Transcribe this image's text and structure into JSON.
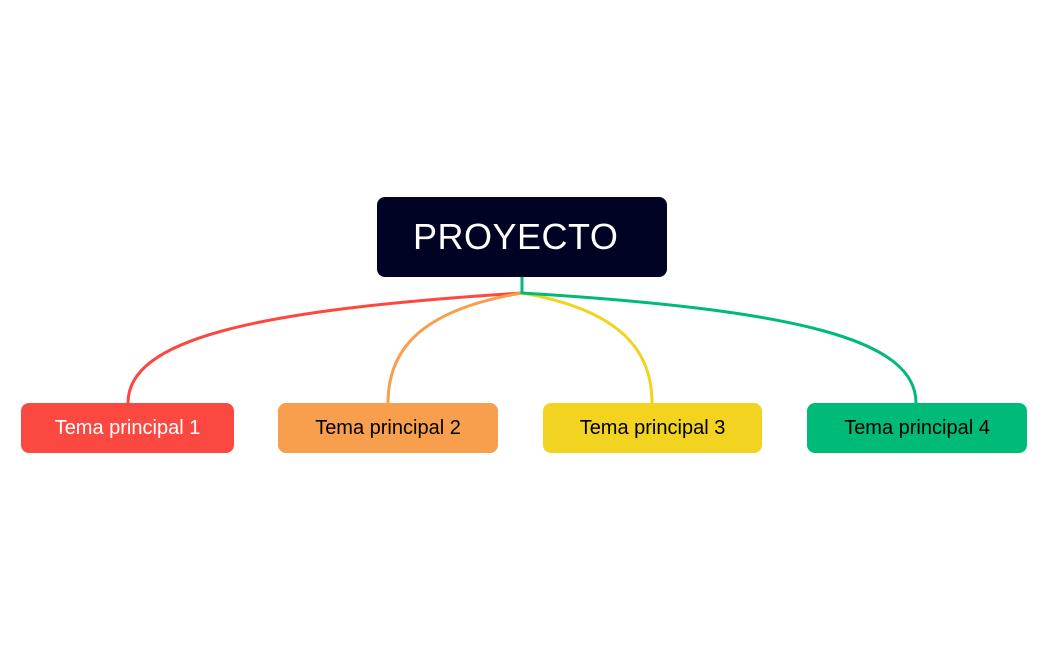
{
  "root": {
    "label": "PROYECTO",
    "color": "#000324",
    "text_color": "#ffffff"
  },
  "topics": [
    {
      "label": "Tema principal 1",
      "color": "#fb4840",
      "text_color": "#ffffff"
    },
    {
      "label": "Tema principal 2",
      "color": "#f79f4d",
      "text_color": "#000000"
    },
    {
      "label": "Tema principal 3",
      "color": "#f1d320",
      "text_color": "#000000"
    },
    {
      "label": "Tema principal 4",
      "color": "#00ba78",
      "text_color": "#000000"
    }
  ]
}
